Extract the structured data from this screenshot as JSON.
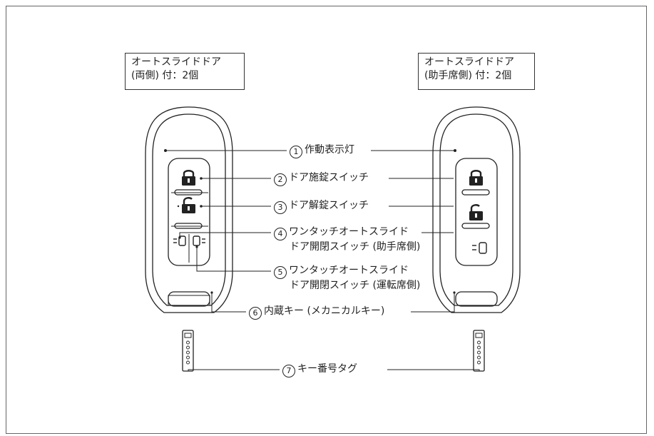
{
  "variants": {
    "left": {
      "line1": "オートスライドドア",
      "line2": "(両側) 付：2個"
    },
    "right": {
      "line1": "オートスライドドア",
      "line2": "(助手席側) 付：2個"
    }
  },
  "callouts": [
    {
      "num": "1",
      "label": "作動表示灯"
    },
    {
      "num": "2",
      "label": "ドア施錠スイッチ"
    },
    {
      "num": "3",
      "label": "ドア解錠スイッチ"
    },
    {
      "num": "4",
      "label_line1": "ワンタッチオートスライド",
      "label_line2": "ドア開閉スイッチ (助手席側)"
    },
    {
      "num": "5",
      "label_line1": "ワンタッチオートスライド",
      "label_line2": "ドア開閉スイッチ (運転席側)"
    },
    {
      "num": "6",
      "label": "内蔵キー (メカニカルキー)"
    },
    {
      "num": "7",
      "label": "キー番号タグ"
    }
  ],
  "icons": [
    "lock-icon",
    "unlock-icon",
    "slide-door-icon"
  ],
  "colors": {
    "line": "#222222",
    "background": "#ffffff"
  }
}
